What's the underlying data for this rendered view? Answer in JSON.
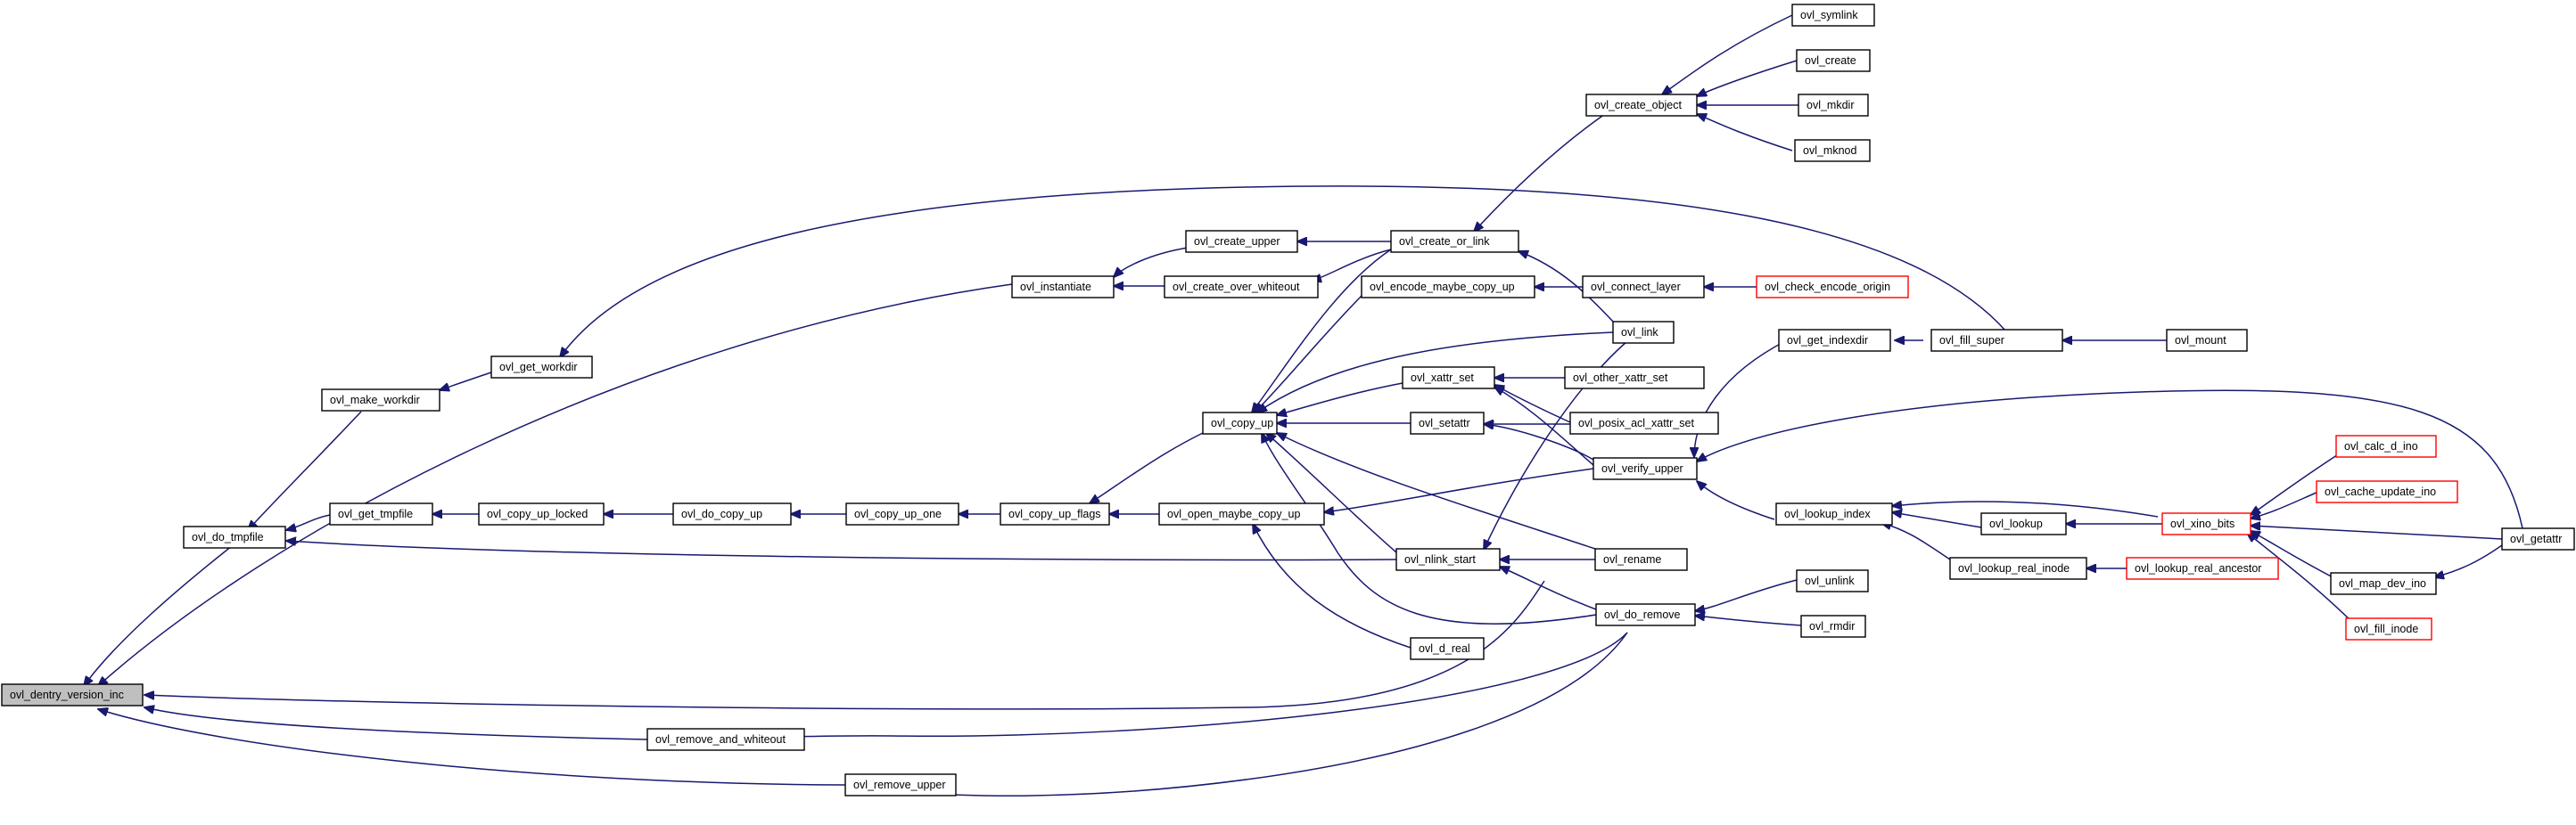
{
  "title": "",
  "colors": {
    "edge": "#191970",
    "root_fill": "#bfbfbf",
    "red_border": "#ff0000",
    "node_border": "#000000"
  },
  "nodes": {
    "ovl_dentry_version_inc": "ovl_dentry_version_inc",
    "ovl_do_tmpfile": "ovl_do_tmpfile",
    "ovl_remove_and_whiteout": "ovl_remove_and_whiteout",
    "ovl_remove_upper": "ovl_remove_upper",
    "ovl_instantiate": "ovl_instantiate",
    "ovl_make_workdir": "ovl_make_workdir",
    "ovl_get_workdir": "ovl_get_workdir",
    "ovl_get_tmpfile": "ovl_get_tmpfile",
    "ovl_copy_up_locked": "ovl_copy_up_locked",
    "ovl_do_copy_up": "ovl_do_copy_up",
    "ovl_copy_up_one": "ovl_copy_up_one",
    "ovl_copy_up_flags": "ovl_copy_up_flags",
    "ovl_create_upper": "ovl_create_upper",
    "ovl_create_over_whiteout": "ovl_create_over_whiteout",
    "ovl_copy_up": "ovl_copy_up",
    "ovl_open_maybe_copy_up": "ovl_open_maybe_copy_up",
    "ovl_create_or_link": "ovl_create_or_link",
    "ovl_encode_maybe_copy_up": "ovl_encode_maybe_copy_up",
    "ovl_xattr_set": "ovl_xattr_set",
    "ovl_setattr": "ovl_setattr",
    "ovl_nlink_start": "ovl_nlink_start",
    "ovl_d_real": "ovl_d_real",
    "ovl_create_object": "ovl_create_object",
    "ovl_connect_layer": "ovl_connect_layer",
    "ovl_link": "ovl_link",
    "ovl_other_xattr_set": "ovl_other_xattr_set",
    "ovl_posix_acl_xattr_set": "ovl_posix_acl_xattr_set",
    "ovl_verify_upper": "ovl_verify_upper",
    "ovl_rename": "ovl_rename",
    "ovl_do_remove": "ovl_do_remove",
    "ovl_symlink": "ovl_symlink",
    "ovl_create": "ovl_create",
    "ovl_mkdir": "ovl_mkdir",
    "ovl_mknod": "ovl_mknod",
    "ovl_check_encode_origin": "ovl_check_encode_origin",
    "ovl_get_indexdir": "ovl_get_indexdir",
    "ovl_lookup_index": "ovl_lookup_index",
    "ovl_lookup_real_inode": "ovl_lookup_real_inode",
    "ovl_unlink": "ovl_unlink",
    "ovl_rmdir": "ovl_rmdir",
    "ovl_fill_super": "ovl_fill_super",
    "ovl_lookup": "ovl_lookup",
    "ovl_lookup_real_ancestor": "ovl_lookup_real_ancestor",
    "ovl_mount": "ovl_mount",
    "ovl_xino_bits": "ovl_xino_bits",
    "ovl_calc_d_ino": "ovl_calc_d_ino",
    "ovl_cache_update_ino": "ovl_cache_update_ino",
    "ovl_map_dev_ino": "ovl_map_dev_ino",
    "ovl_fill_inode": "ovl_fill_inode",
    "ovl_getattr": "ovl_getattr"
  },
  "red_nodes": [
    "ovl_check_encode_origin",
    "ovl_lookup_real_ancestor",
    "ovl_xino_bits",
    "ovl_calc_d_ino",
    "ovl_cache_update_ino",
    "ovl_fill_inode"
  ],
  "root_node": "ovl_dentry_version_inc"
}
